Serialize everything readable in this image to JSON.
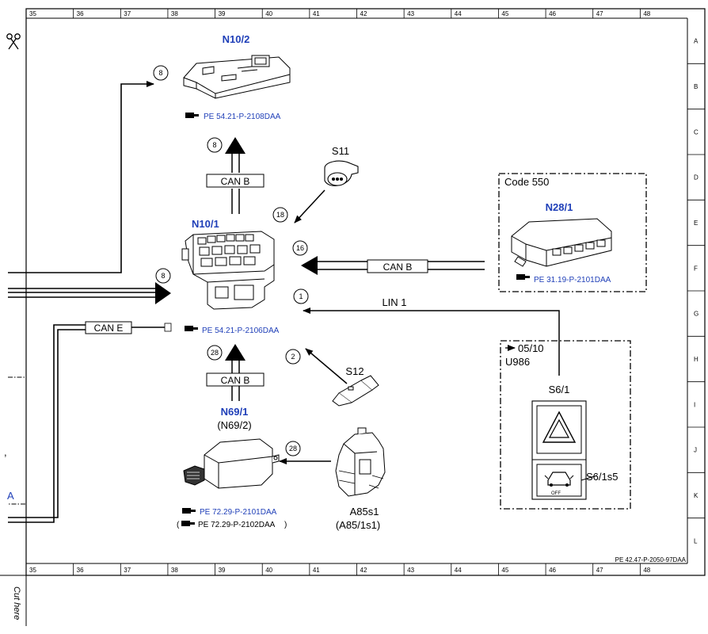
{
  "ruler": {
    "columns": [
      "35",
      "36",
      "37",
      "38",
      "39",
      "40",
      "41",
      "42",
      "43",
      "44",
      "45",
      "46",
      "47",
      "48"
    ],
    "rows": [
      "A",
      "B",
      "C",
      "D",
      "E",
      "F",
      "G",
      "H",
      "I",
      "J",
      "K",
      "L"
    ]
  },
  "footer_ref": "PE 42.47-P-2050-97DAA",
  "cut_text": "Cut here",
  "components": {
    "n10_2": {
      "label": "N10/2",
      "ref": "PE 54.21-P-2108DAA"
    },
    "n10_1": {
      "label": "N10/1",
      "ref": "PE 54.21-P-2106DAA"
    },
    "s11": {
      "label": "S11"
    },
    "s12": {
      "label": "S12"
    },
    "n28_1": {
      "label": "N28/1",
      "ref": "PE 31.19-P-2101DAA",
      "code": "Code 550"
    },
    "n69_1": {
      "label": "N69/1",
      "alt": "(N69/2)",
      "ref": "PE 72.29-P-2101DAA",
      "ref2": "PE 72.29-P-2102DAA",
      "ref2_open": "(",
      "ref2_close": ")"
    },
    "a85s1": {
      "label": "A85s1",
      "alt": "(A85/1s1)"
    },
    "s6_1": {
      "label": "S6/1",
      "sub": "S6/1s5",
      "date": "05/10",
      "code": "U986",
      "off_text": "OFF"
    }
  },
  "bus_labels": {
    "can_b_top": "CAN B",
    "can_b_right": "CAN B",
    "can_b_bottom": "CAN B",
    "can_e": "CAN E",
    "lin": "LIN 1"
  },
  "bubbles": {
    "b8_top": "8",
    "b8_up": "8",
    "b18": "18",
    "b16": "16",
    "b8_left": "8",
    "b1": "1",
    "b2": "2",
    "b28_up": "28",
    "b28_right": "28"
  },
  "left_edge": {
    "letter": "A",
    "mark": ","
  },
  "colors": {
    "blue_text": "#1f3fb8",
    "line": "#000000"
  }
}
